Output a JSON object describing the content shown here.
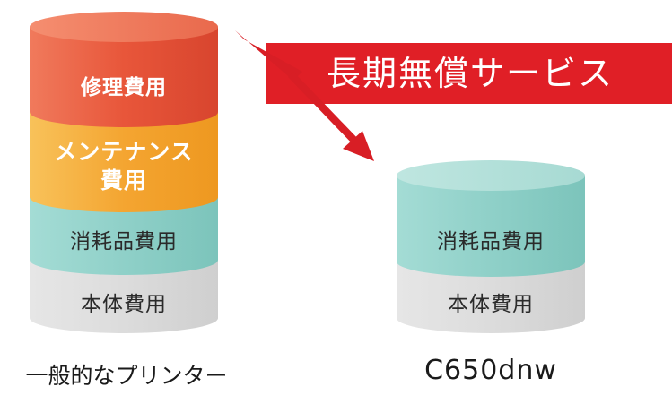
{
  "left_stack": {
    "segments": {
      "repair": {
        "label": "修理費用"
      },
      "maintenance": {
        "line1": "メンテナンス",
        "line2": "費用"
      },
      "consumables": {
        "label": "消耗品費用"
      },
      "body": {
        "label": "本体費用"
      }
    },
    "caption": "一般的なプリンター"
  },
  "right_stack": {
    "segments": {
      "consumables": {
        "label": "消耗品費用"
      },
      "body": {
        "label": "本体費用"
      }
    },
    "caption": "C650dnw"
  },
  "banner": {
    "label": "長期無償サービス"
  },
  "colors": {
    "repair": "#e8563a",
    "maintenance": "#f4a531",
    "consumables": "#8fd0c8",
    "body": "#dcdcdc",
    "banner": "#e01f26",
    "arrow": "#d81e25"
  }
}
